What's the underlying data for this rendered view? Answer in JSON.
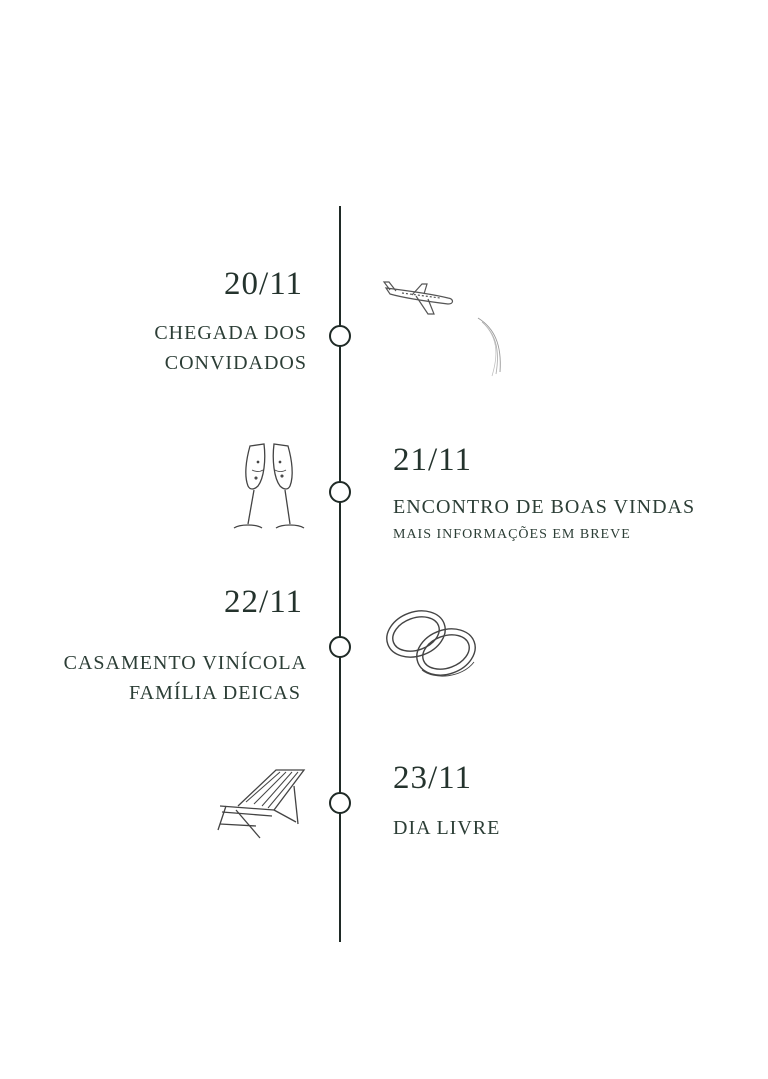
{
  "events": [
    {
      "date": "20/11",
      "title_line1": "CHEGADA DOS",
      "title_line2": "CONVIDADOS",
      "icon": "airplane-icon"
    },
    {
      "date": "21/11",
      "title_line1": "ENCONTRO DE BOAS VINDAS",
      "subtitle": "MAIS INFORMAÇÕES EM BREVE",
      "icon": "champagne-glasses-icon"
    },
    {
      "date": "22/11",
      "title_line1": "CASAMENTO VINÍCOLA",
      "title_line2": "FAMÍLIA DEICAS",
      "icon": "wedding-rings-icon"
    },
    {
      "date": "23/11",
      "title_line1": "DIA LIVRE",
      "icon": "beach-chair-icon"
    }
  ],
  "colors": {
    "text": "#2c3e36",
    "line": "#1f2a26"
  }
}
